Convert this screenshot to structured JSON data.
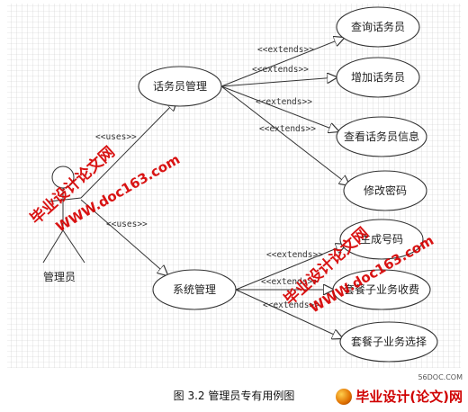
{
  "diagram": {
    "actor": {
      "label": "管理员"
    },
    "use_cases": {
      "call_staff_mgmt": "话务员管理",
      "system_mgmt": "系统管理",
      "query_staff": "查询话务员",
      "add_staff": "增加话务员",
      "view_staff_info": "查看话务员信息",
      "change_password": "修改密码",
      "generate_number": "生成号码",
      "package_billing": "套餐子业务收费",
      "package_select": "套餐子业务选择"
    },
    "relations": {
      "uses_1": "<<uses>>",
      "uses_2": "<<uses>>",
      "extends_1": "<<extends>>",
      "extends_2": "<<extends>>",
      "extends_3": "<<extends>>",
      "extends_4": "<<extends>>",
      "extends_5": "<<extends>>",
      "extends_6": "<<extends>>",
      "extends_7": "<<extends>>"
    },
    "watermarks": {
      "brand_1": "毕业设计论文网",
      "url_1": "WWW.doc163.com",
      "brand_2": "毕业设计论文网",
      "url_2": "WWW.doc163.com"
    }
  },
  "caption": "图 3.2  管理员专有用例图",
  "footer": {
    "site": "56DOC.COM",
    "logo_text": "毕业设计(论文)网"
  }
}
